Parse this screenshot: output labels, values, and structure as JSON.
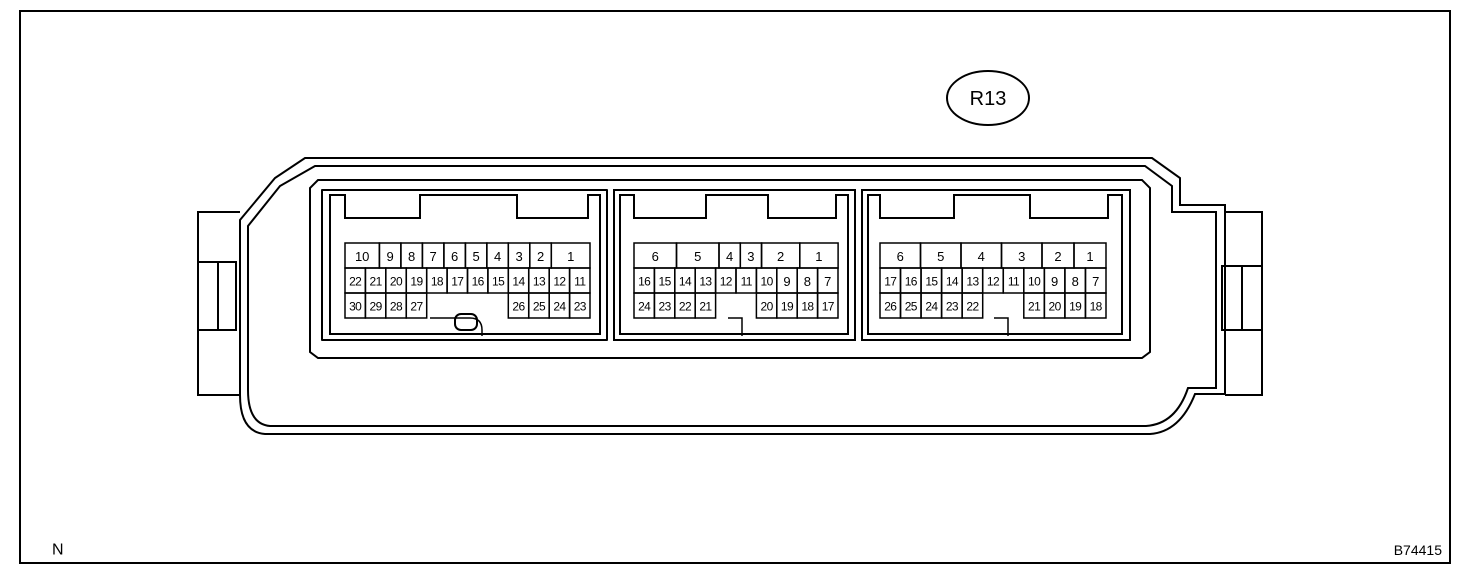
{
  "connector_label": "R13",
  "corner_left": "N",
  "figure_code": "B74415",
  "blocks": [
    {
      "rows": [
        [
          "10",
          "9",
          "8",
          "7",
          "6",
          "5",
          "4",
          "3",
          "2",
          "1"
        ],
        [
          "22",
          "21",
          "20",
          "19",
          "18",
          "17",
          "16",
          "15",
          "14",
          "13",
          "12",
          "11"
        ],
        [
          "30",
          "29",
          "28",
          "27",
          "",
          "",
          "",
          "",
          "26",
          "25",
          "24",
          "23"
        ]
      ]
    },
    {
      "rows": [
        [
          "6",
          "5",
          "4",
          "3",
          "2",
          "1"
        ],
        [
          "16",
          "15",
          "14",
          "13",
          "12",
          "11",
          "10",
          "9",
          "8",
          "7"
        ],
        [
          "24",
          "23",
          "22",
          "21",
          "",
          "",
          "20",
          "19",
          "18",
          "17"
        ]
      ]
    },
    {
      "rows": [
        [
          "6",
          "5",
          "4",
          "3",
          "2",
          "1"
        ],
        [
          "17",
          "16",
          "15",
          "14",
          "13",
          "12",
          "11",
          "10",
          "9",
          "8",
          "7"
        ],
        [
          "26",
          "25",
          "24",
          "23",
          "22",
          "",
          "",
          "21",
          "20",
          "19",
          "18"
        ]
      ]
    }
  ],
  "colors": {
    "line": "#000000",
    "background": "#ffffff"
  }
}
